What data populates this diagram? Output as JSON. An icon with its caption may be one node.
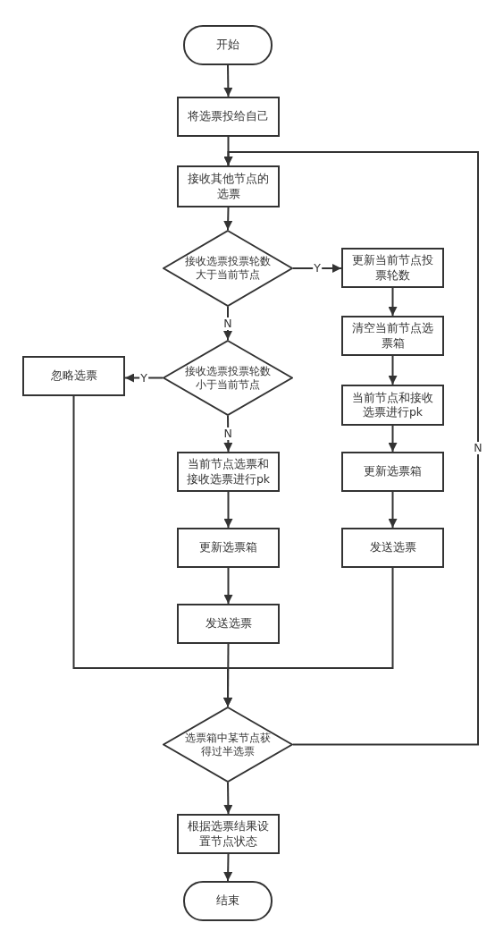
{
  "diagram": {
    "nodes": [
      {
        "text": [
          "开始"
        ]
      },
      {
        "text": [
          "将选票投给自己"
        ]
      },
      {
        "text": [
          "接收其他节点的选票"
        ]
      },
      {
        "text": [
          "接收选票投票轮数大于当前节点"
        ]
      },
      {
        "text": [
          "更新当前节点投票轮数"
        ]
      },
      {
        "text": [
          "清空当前节点选票箱"
        ]
      },
      {
        "text": [
          "当前节点和接收选票进行pk"
        ]
      },
      {
        "text": [
          "更新选票箱"
        ]
      },
      {
        "text": [
          "发送选票"
        ]
      },
      {
        "text": [
          "接收选票投票轮数小于当前节点"
        ]
      },
      {
        "text": [
          "忽略选票"
        ]
      },
      {
        "text": [
          "当前节点选票和接收选票进行pk"
        ]
      },
      {
        "text": [
          "更新选票箱"
        ]
      },
      {
        "text": [
          "发送选票"
        ]
      },
      {
        "text": [
          "选票箱中某节点获得过半选票"
        ]
      },
      {
        "text": [
          "根据选票结果设置节点状态"
        ]
      },
      {
        "text": [
          "结束"
        ]
      }
    ],
    "edges": [
      {
        "from": 0,
        "to": 1,
        "arrow": "to"
      },
      {
        "from": 1,
        "to": 2,
        "arrow": "to"
      },
      {
        "from": 2,
        "to": 3,
        "arrow": "to"
      },
      {
        "from": 3,
        "to": 4,
        "arrow": "to",
        "label": "Y"
      },
      {
        "from": 3,
        "to": 9,
        "arrow": "to",
        "label": "N"
      },
      {
        "from": 4,
        "to": 5,
        "arrow": "to"
      },
      {
        "from": 5,
        "to": 6,
        "arrow": "to"
      },
      {
        "from": 6,
        "to": 7,
        "arrow": "to"
      },
      {
        "from": 7,
        "to": 8,
        "arrow": "to"
      },
      {
        "from": 9,
        "to": 10,
        "arrow": "to",
        "label": "Y"
      },
      {
        "from": 9,
        "to": 11,
        "arrow": "to",
        "label": "N"
      },
      {
        "from": 11,
        "to": 12,
        "arrow": "to"
      },
      {
        "from": 12,
        "to": 13,
        "arrow": "to"
      },
      {
        "from": 13,
        "to": 14,
        "arrow": "to"
      },
      {
        "from": 10,
        "to": 14,
        "arrow": "to"
      },
      {
        "from": 8,
        "to": 14,
        "arrow": "to"
      },
      {
        "from": 14,
        "to": 2,
        "arrow": "to",
        "label": "N"
      },
      {
        "from": 14,
        "to": 15,
        "arrow": "to"
      },
      {
        "from": 15,
        "to": 16,
        "arrow": "to"
      }
    ]
  }
}
